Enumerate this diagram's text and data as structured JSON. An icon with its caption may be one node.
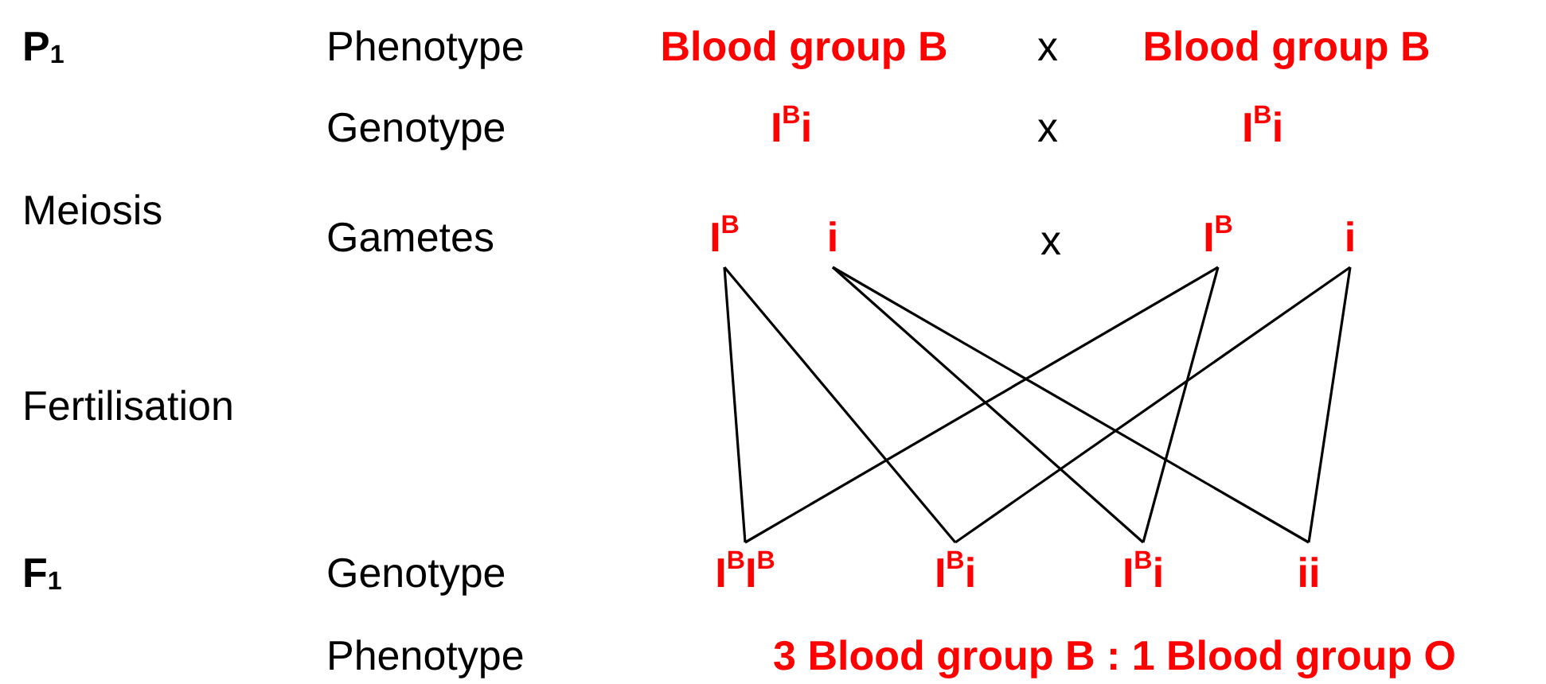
{
  "diagram": {
    "nodes": [
      {
        "text": [
          "I$^{B}$"
        ]
      },
      {
        "text": [
          "i"
        ]
      },
      {
        "text": [
          "I$^{B}$"
        ]
      },
      {
        "text": [
          "i"
        ]
      },
      {
        "text": [
          "I$^{B}$I$^{B}$"
        ]
      },
      {
        "text": [
          "I$^{B}$i"
        ]
      },
      {
        "text": [
          "I$^{B}$i"
        ]
      },
      {
        "text": [
          "ii"
        ]
      }
    ],
    "edges": [
      {
        "from": 0,
        "to": 4,
        "arrow": "none"
      },
      {
        "from": 0,
        "to": 5,
        "arrow": "none"
      },
      {
        "from": 1,
        "to": 6,
        "arrow": "none"
      },
      {
        "from": 1,
        "to": 7,
        "arrow": "none"
      },
      {
        "from": 2,
        "to": 4,
        "arrow": "none"
      },
      {
        "from": 2,
        "to": 6,
        "arrow": "none"
      },
      {
        "from": 3,
        "to": 5,
        "arrow": "none"
      },
      {
        "from": 3,
        "to": 7,
        "arrow": "none"
      }
    ],
    "labels": [
      "P$_{1}$",
      "Phenotype",
      "Blood group B",
      "x",
      "Blood group B",
      "Genotype",
      "I$^{B}$i",
      "x",
      "I$^{B}$i",
      "Meiosis",
      "Gametes",
      "x",
      "Fertilisation",
      "F$_{1}$",
      "Genotype",
      "Phenotype",
      "3 Blood group B : 1 Blood group O"
    ]
  }
}
